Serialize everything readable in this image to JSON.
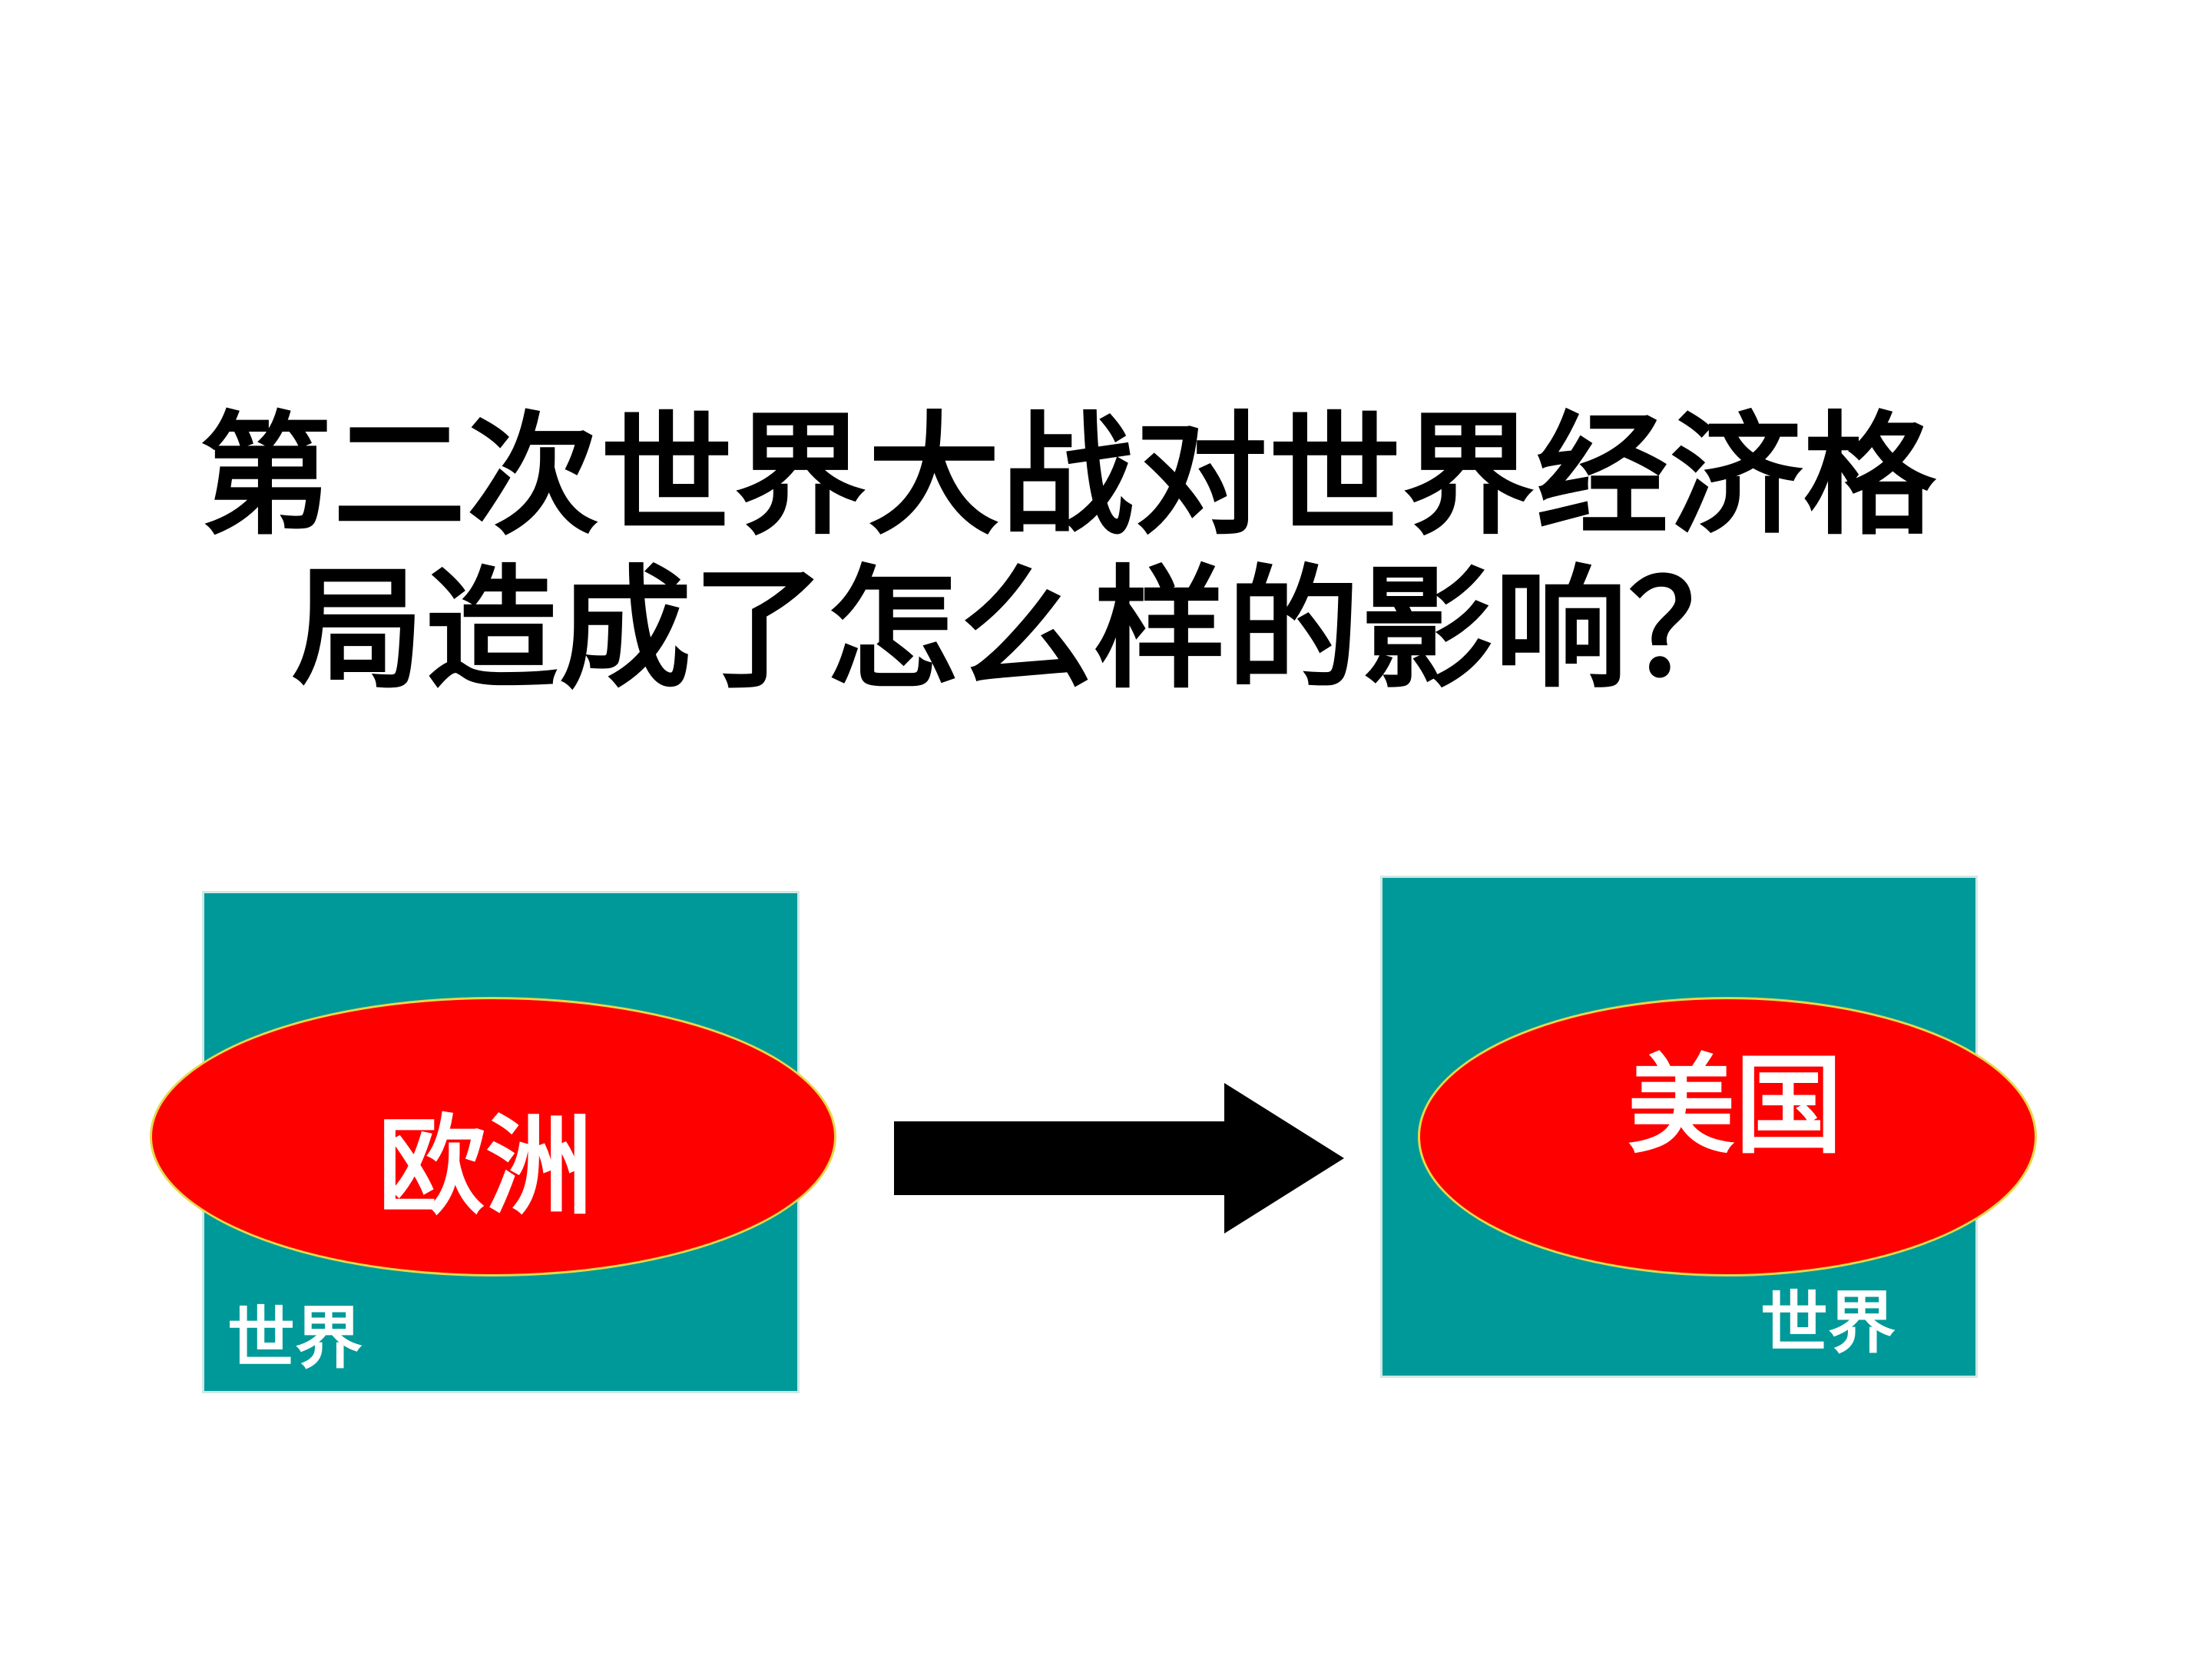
{
  "title": {
    "line1": "第二次世界大战对世界经济格",
    "line2": "局造成了怎么样的影响？"
  },
  "left_panel": {
    "box_label": "世界",
    "ellipse_label": "欧洲"
  },
  "right_panel": {
    "box_label": "世界",
    "ellipse_label": "美国"
  },
  "colors": {
    "box_fill": "#009999",
    "ellipse_fill": "#ff0000",
    "ellipse_stroke": "#e6d84a",
    "arrow_fill": "#000000",
    "title_text": "#000000",
    "label_text": "#ffffff"
  }
}
